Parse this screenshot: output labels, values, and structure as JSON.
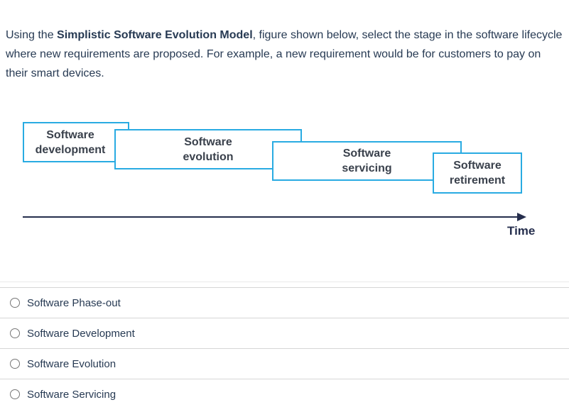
{
  "question": {
    "prefix": "Using the ",
    "bold": "Simplistic Software Evolution Model",
    "suffix": ", figure shown below, select the stage in the software lifecycle where new requirements are proposed. For example, a new requirement would be for customers to pay on their smart devices."
  },
  "diagram": {
    "type": "staged-timeline",
    "stages": [
      {
        "label": "Software\ndevelopment"
      },
      {
        "label": "Software\nevolution"
      },
      {
        "label": "Software\nservicing"
      },
      {
        "label": "Software\nretirement"
      }
    ],
    "axis_label": "Time",
    "colors": {
      "box_border": "#29abe2",
      "box_fill": "#ffffff",
      "axis": "#252e4d",
      "stage_text": "#3a414c"
    }
  },
  "options": [
    {
      "label": "Software Phase-out",
      "selected": false
    },
    {
      "label": "Software Development",
      "selected": false
    },
    {
      "label": "Software Evolution",
      "selected": false
    },
    {
      "label": "Software Servicing",
      "selected": false
    }
  ]
}
